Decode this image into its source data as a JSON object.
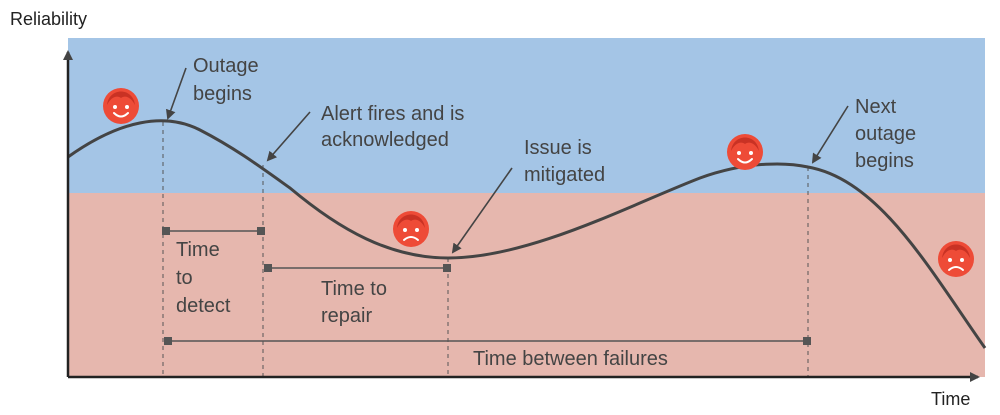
{
  "axes": {
    "y_label": "Reliability",
    "x_label": "Time"
  },
  "annotations": {
    "outage_begins": [
      "Outage",
      "begins"
    ],
    "alert": [
      "Alert fires and is",
      "acknowledged"
    ],
    "mitigated": [
      "Issue is",
      "mitigated"
    ],
    "next_outage": [
      "Next",
      "outage",
      "begins"
    ]
  },
  "intervals": {
    "time_to_detect": [
      "Time",
      "to",
      "detect"
    ],
    "time_to_repair": [
      "Time to",
      "repair"
    ],
    "time_between_failures": "Time between failures"
  },
  "colors": {
    "good_zone": "#a4c5e6",
    "bad_zone": "#e6b7ae",
    "curve": "#444444",
    "face": "#ee4b37",
    "axis": "#222222"
  },
  "icons": {
    "happy": "happy-face-icon",
    "sad": "sad-face-icon"
  }
}
